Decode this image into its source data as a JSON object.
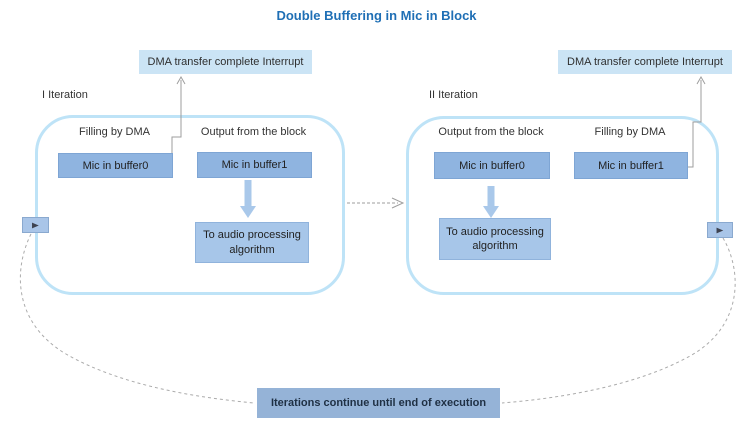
{
  "title": "Double Buffering in Mic in Block",
  "colors": {
    "title_text": "#1F6FB5",
    "interrupt_box_fill": "#CBE4F5",
    "buffer_box_fill": "#8FB4E0",
    "process_box_fill": "#A7C6E9",
    "footer_box_fill": "#95B3D7",
    "container_border": "#BEE3F7",
    "connector_grey": "#9E9E9E",
    "arrow_blue": "#A9C8EA"
  },
  "interrupt_left": {
    "label": "DMA transfer complete Interrupt"
  },
  "interrupt_right": {
    "label": "DMA transfer complete Interrupt"
  },
  "iteration1": {
    "label": "I Iteration",
    "filling": {
      "heading": "Filling by DMA",
      "buffer": "Mic in buffer0"
    },
    "output": {
      "heading": "Output from the block",
      "buffer": "Mic in buffer1"
    },
    "process": {
      "label": "To audio processing algorithm"
    }
  },
  "iteration2": {
    "label": "II Iteration",
    "output": {
      "heading": "Output from the block",
      "buffer": "Mic in buffer0"
    },
    "filling": {
      "heading": "Filling by DMA",
      "buffer": "Mic in buffer1"
    },
    "process": {
      "label": "To audio processing algorithm"
    }
  },
  "footer": {
    "label": "Iterations continue until end of execution"
  },
  "icons": {
    "play": "▶"
  }
}
